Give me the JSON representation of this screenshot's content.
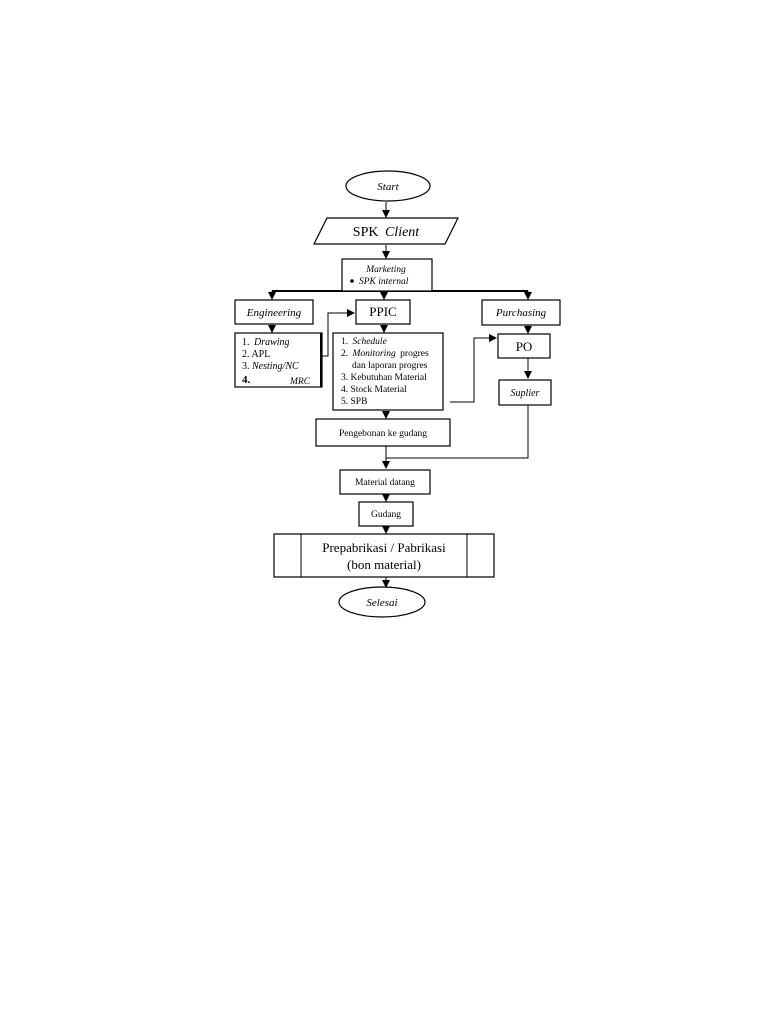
{
  "flow": {
    "start": "Start",
    "spk_prefix": "SPK",
    "spk_client": "Client",
    "marketing": "Marketing",
    "spk_internal": "SPK internal",
    "engineering": "Engineering",
    "ppic": "PPIC",
    "purchasing": "Purchasing",
    "eng_items": {
      "i1_num": "1.",
      "i1_text": "Drawing",
      "i2": "2. APL",
      "i3_num": "3.",
      "i3_text": "Nesting/NC",
      "i4_num": "4.",
      "i4_text": "MRC"
    },
    "ppic_items": {
      "i1_num": "1.",
      "i1_text": "Schedule",
      "i2_num": "2.",
      "i2_text": "Monitoring",
      "i2_rest": "progres",
      "i2_line2": "dan laporan progres",
      "i3": "3. Kebutuhan Material",
      "i4": "4. Stock  Material",
      "i5": "5. SPB"
    },
    "po": "PO",
    "suplier": "Suplier",
    "pengebonan": "Pengebonan ke gudang",
    "material_datang": "Material datang",
    "gudang": "Gudang",
    "prepabrikasi_line1": "Prepabrikasi / Pabrikasi",
    "prepabrikasi_line2": "(bon material)",
    "selesai": "Selesai"
  }
}
